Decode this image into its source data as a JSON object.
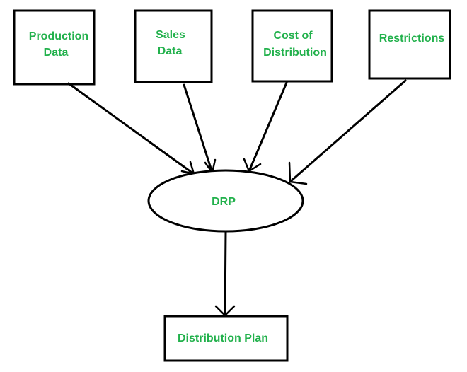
{
  "colors": {
    "label_text": "#22b14c",
    "stroke": "#000000",
    "background": "#ffffff"
  },
  "inputs": {
    "production": {
      "line1": "Production",
      "line2": "Data"
    },
    "sales": {
      "line1": "Sales",
      "line2": "Data"
    },
    "cost": {
      "line1": "Cost of",
      "line2": "Distribution"
    },
    "restrictions": {
      "line1": "Restrictions"
    }
  },
  "process": {
    "label": "DRP"
  },
  "output": {
    "label": "Distribution Plan"
  }
}
